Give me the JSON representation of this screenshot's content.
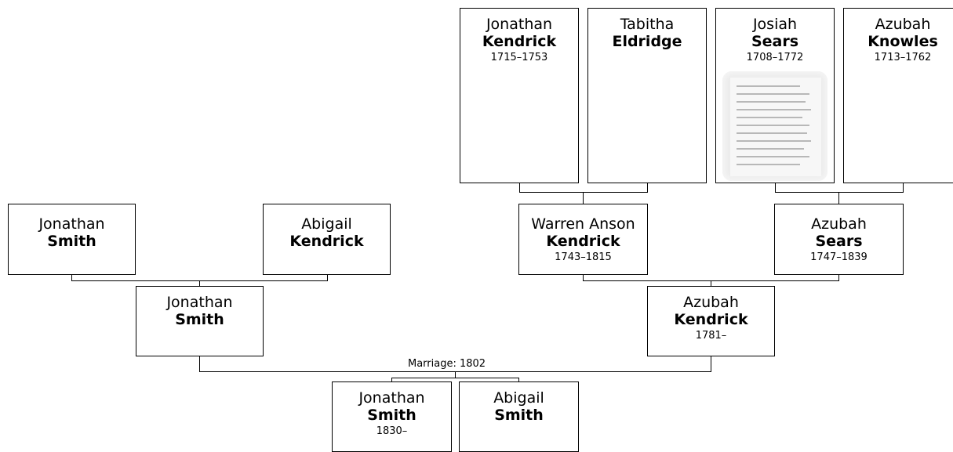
{
  "people": {
    "jonathan_kendrick": {
      "first": "Jonathan",
      "last": "Kendrick",
      "dates": "1715–1753"
    },
    "tabitha_eldridge": {
      "first": "Tabitha",
      "last": "Eldridge",
      "dates": ""
    },
    "josiah_sears": {
      "first": "Josiah",
      "last": "Sears",
      "dates": "1708–1772"
    },
    "azubah_knowles": {
      "first": "Azubah",
      "last": "Knowles",
      "dates": "1713–1762"
    },
    "jonathan_smith_sr": {
      "first": "Jonathan",
      "last": "Smith",
      "dates": ""
    },
    "abigail_kendrick": {
      "first": "Abigail",
      "last": "Kendrick",
      "dates": ""
    },
    "warren_anson_kendrick": {
      "first": "Warren Anson",
      "last": "Kendrick",
      "dates": "1743–1815"
    },
    "azubah_sears": {
      "first": "Azubah",
      "last": "Sears",
      "dates": "1747–1839"
    },
    "jonathan_smith": {
      "first": "Jonathan",
      "last": "Smith",
      "dates": ""
    },
    "azubah_kendrick": {
      "first": "Azubah",
      "last": "Kendrick",
      "dates": "1781–"
    },
    "jonathan_smith_jr": {
      "first": "Jonathan",
      "last": "Smith",
      "dates": "1830–"
    },
    "abigail_smith": {
      "first": "Abigail",
      "last": "Smith",
      "dates": ""
    }
  },
  "marriage_label": "Marriage: 1802"
}
